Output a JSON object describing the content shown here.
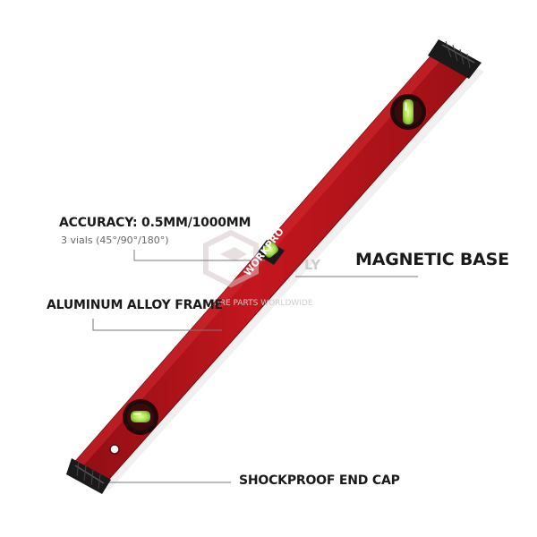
{
  "callouts": {
    "accuracy": "ACCURACY: 0.5MM/1000MM",
    "vials": "3 vials (45°/90°/180°)",
    "magnetic": "MAGNETIC BASE",
    "frame": "ALUMINUM ALLOY FRAME",
    "endcap": "SHOCKPROOF END CAP"
  },
  "brand": {
    "text": "WORKPRO"
  },
  "watermark": {
    "name": "LY",
    "tagline": "SPARE PARTS WORLDWIDE"
  },
  "colors": {
    "body_red": "#b3141b",
    "body_dark": "#7e0c11",
    "cap_black": "#1a1a1a",
    "vial_green": "#a6e04a",
    "watermark": "#d6c8c8"
  }
}
